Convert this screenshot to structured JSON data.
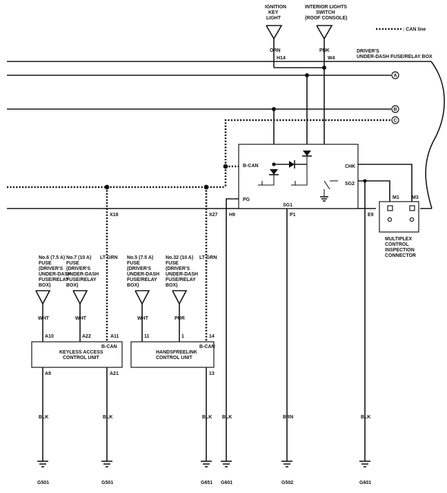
{
  "legend": {
    "label": ": CAN line"
  },
  "sources": {
    "ignition": {
      "line1": "IGNITION",
      "line2": "KEY",
      "line3": "LIGHT",
      "wire": "ORN",
      "pin": "H14"
    },
    "interior": {
      "line1": "INTERIOR LIGHTS",
      "line2": "SWITCH",
      "line3": "(ROOF CONSOLE)",
      "wire": "PNK",
      "pin": "W4"
    }
  },
  "fuse_box": {
    "line1": "DRIVER'S",
    "line2": "UNDER-DASH FUSE/RELAY BOX"
  },
  "connectors": {
    "a": "A",
    "b": "B",
    "c": "C"
  },
  "relay_box_pins": {
    "bcan": "B-CAN",
    "chk": "CHK",
    "sg2": "SG2",
    "pg": "PG",
    "sg1": "SG1",
    "h9": "H9",
    "p1": "P1",
    "e9": "E9",
    "x18": "X18",
    "x27": "X27"
  },
  "mpx_connector": {
    "m1": "M1",
    "m3": "M3",
    "line1": "MULTIPLEX",
    "line2": "CONTROL",
    "line3": "INSPECTION",
    "line4": "CONNECTOR"
  },
  "fuses": [
    {
      "line1": "No.6 (7.5 A)",
      "line2": "FUSE",
      "line3": "(DRIVER'S",
      "line4": "UNDER-DASH",
      "line5": "FUSE/RELAY",
      "line6": "BOX)",
      "wire": "WHT",
      "pin": "A10"
    },
    {
      "line1": "No.7 (10 A)",
      "line2": "FUSE",
      "line3": "(DRIVER'S",
      "line4": "UNDER-DASH",
      "line5": "FUSE/RELAY",
      "line6": "BOX)",
      "wire": "WHT",
      "pin": "A22"
    },
    {
      "line1": "No.5 (7.5 A)",
      "line2": "FUSE",
      "line3": "(DRIVER'S",
      "line4": "UNDER-DASH",
      "line5": "FUSE/RELAY",
      "line6": "BOX)",
      "wire": "WHT",
      "pin": "11"
    },
    {
      "line1": "No.32 (10 A)",
      "line2": "FUSE",
      "line3": "(DRIVER'S",
      "line4": "UNDER-DASH",
      "line5": "FUSE/RELAY",
      "line6": "BOX)",
      "wire": "PUR",
      "pin": "1"
    }
  ],
  "can_wires": {
    "left": "LT GRN",
    "right": "LT GRN"
  },
  "keyless": {
    "line1": "KEYLESS ACCESS",
    "line2": "CONTROL UNIT",
    "pin_can": "A11",
    "can_label": "B-CAN",
    "pin_g1": "A9",
    "pin_g2": "A21"
  },
  "handsfree": {
    "line1": "HANDSFREELINK",
    "line2": "CONTROL UNIT",
    "pin_can": "14",
    "can_label": "B-CAN",
    "pin_g": "13"
  },
  "grounds": [
    {
      "wire": "BLK",
      "label": "G501"
    },
    {
      "wire": "BLK",
      "label": "G501"
    },
    {
      "wire": "BLK",
      "label": "G651"
    },
    {
      "wire": "BLK",
      "label": "G601"
    },
    {
      "wire": "BRN",
      "label": "G502"
    },
    {
      "wire": "BLK",
      "label": "G601"
    }
  ]
}
